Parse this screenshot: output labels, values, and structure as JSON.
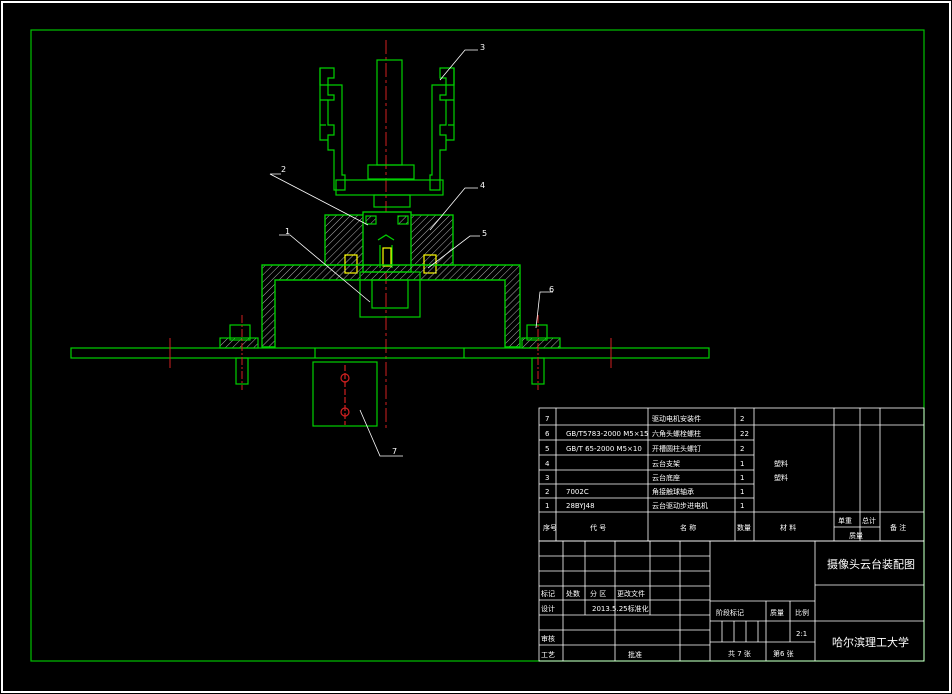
{
  "colors": {
    "background": "#000000",
    "frame": "#00c000",
    "part_outline": "#00d000",
    "centerline": "#d02020",
    "leader": "#ffffff",
    "text": "#ffffff"
  },
  "balloons": [
    "1",
    "2",
    "3",
    "4",
    "5",
    "6",
    "7"
  ],
  "bom": {
    "rows": [
      {
        "no": "7",
        "code": "",
        "name": "驱动电机安装件",
        "qty": "2",
        "material": ""
      },
      {
        "no": "6",
        "code": "GB/T5783-2000 M5×15",
        "name": "六角头螺栓螺柱",
        "qty": "22",
        "material": ""
      },
      {
        "no": "5",
        "code": "GB/T 65-2000 M5×10",
        "name": "开槽圆柱头螺钉",
        "qty": "2",
        "material": ""
      },
      {
        "no": "4",
        "code": "",
        "name": "云台支架",
        "qty": "1",
        "material": "塑料"
      },
      {
        "no": "3",
        "code": "",
        "name": "云台底座",
        "qty": "1",
        "material": "塑料"
      },
      {
        "no": "2",
        "code": "7002C",
        "name": "角接触球轴承",
        "qty": "1",
        "material": ""
      },
      {
        "no": "1",
        "code": "28BYJ48",
        "name": "云台驱动步进电机",
        "qty": "1",
        "material": ""
      }
    ],
    "header": {
      "no": "序号",
      "code": "代 号",
      "name": "名 称",
      "qty": "数量",
      "material": "材 料",
      "unit_weight": "单重",
      "total_weight": "总计",
      "weight": "质量",
      "remark": "备 注"
    }
  },
  "title_block": {
    "title": "摄像头云台装配图",
    "org": "哈尔滨理工大学",
    "mark": "标记",
    "count": "处数",
    "zone": "分 区",
    "change_doc": "更改文件",
    "design": "设计",
    "date_std": "2013.5.25标准化",
    "stage_mark": "阶段标记",
    "weight": "质量",
    "scale": "比例",
    "scale_value": "2:1",
    "review": "审核",
    "process": "工艺",
    "approve": "批准",
    "sheets_total": "共 7 张",
    "sheet_no": "第6 张"
  }
}
